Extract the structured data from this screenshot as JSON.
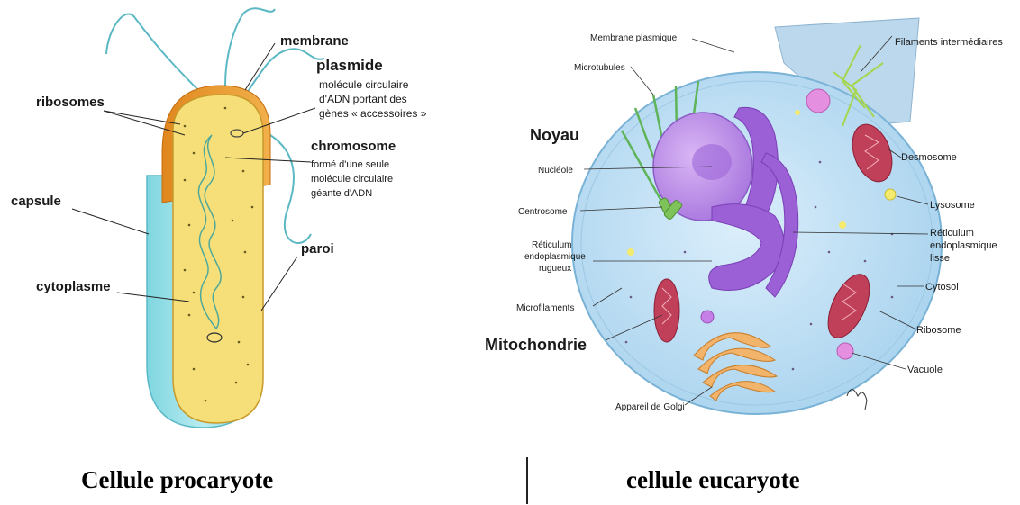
{
  "prokaryote": {
    "membrane": "membrane",
    "plasmide_title": "plasmide",
    "plasmide_desc": [
      "molécule circulaire",
      "d'ADN portant des",
      "gènes « accessoires »"
    ],
    "ribosomes": "ribosomes",
    "chromosome_title": "chromosome",
    "chromosome_desc": [
      "formé d'une seule",
      "molécule circulaire",
      "géante d'ADN"
    ],
    "capsule": "capsule",
    "paroi": "paroi",
    "cytoplasme": "cytoplasme"
  },
  "eukaryote": {
    "membrane_plasmique": "Membrane plasmique",
    "filaments": "Filaments intermédiaires",
    "microtubules": "Microtubules",
    "noyau": "Noyau",
    "nucleole": "Nucléole",
    "desmosome": "Desmosome",
    "centrosome": "Centrosome",
    "lysosome": "Lysosome",
    "rer": [
      "Réticulum",
      "endoplasmique",
      "rugueux"
    ],
    "rel": [
      "Réticulum",
      "endoplasmique",
      "lisse"
    ],
    "microfilaments": "Microfilaments",
    "cytosol": "Cytosol",
    "mitochondrie": "Mitochondrie",
    "ribosome": "Ribosome",
    "vacuole": "Vacuole",
    "golgi": "Appareil de Golgi"
  },
  "captions": {
    "left": "Cellule procaryote",
    "right": "cellule eucaryote"
  }
}
